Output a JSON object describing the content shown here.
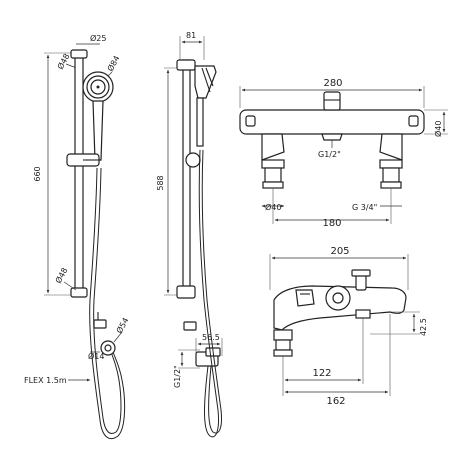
{
  "dims": {
    "d25": "Ø25",
    "d48_top": "Ø48",
    "d84": "Ø84",
    "h660": "660",
    "d48_bottom": "Ø48",
    "d14": "Ø14",
    "d54": "Ø54",
    "flex": "FLEX 1.5m",
    "w81": "81",
    "h588": "588",
    "w56_5": "56.5",
    "g12_side": "G1/2\"",
    "w280": "280",
    "d40_side": "Ø40",
    "g12_inlet": "G1/2\"",
    "d40_leg": "Ø40",
    "g34": "G 3/4\"",
    "c180": "180",
    "w205": "205",
    "h42_5": "42.5",
    "c122": "122",
    "c162": "162"
  }
}
